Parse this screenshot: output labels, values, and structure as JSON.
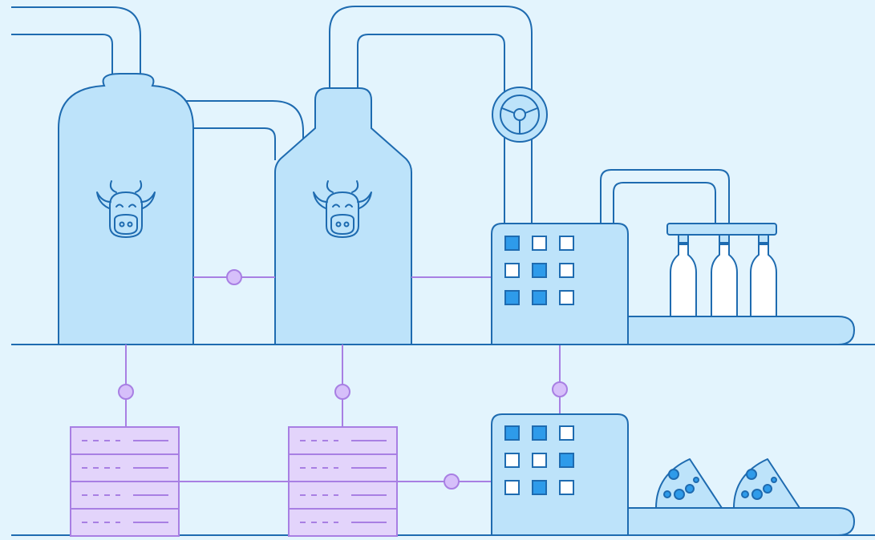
{
  "palette": {
    "background": "#E3F4FD",
    "stroke": "#1E6BB0",
    "tank_fill": "#BDE3FA",
    "indicator_on": "#2E9BEA",
    "indicator_off": "#FFFFFF",
    "link": "#A87FE3",
    "node_fill": "#D6BFFA",
    "server_fill": "#E3D4FB",
    "server_stroke": "#A87FE3",
    "bottle_fill": "#FFFFFF",
    "cheese_fill": "#BDE3FA",
    "cheese_hole": "#2E9BEA"
  },
  "icons": {
    "tank": "cow-icon",
    "valve": "steering-wheel-icon",
    "server": "server-rack-icon",
    "bottle": "milk-bottle-icon",
    "cheese": "cheese-wedge-icon"
  },
  "panels": {
    "upper_indicator_states": [
      [
        true,
        false,
        false
      ],
      [
        false,
        true,
        false
      ],
      [
        true,
        true,
        false
      ]
    ],
    "lower_indicator_states": [
      [
        true,
        true,
        false
      ],
      [
        false,
        false,
        true
      ],
      [
        false,
        true,
        false
      ]
    ]
  },
  "counts": {
    "bottles": 3,
    "cheese_wedges": 2,
    "server_rows": 4
  }
}
